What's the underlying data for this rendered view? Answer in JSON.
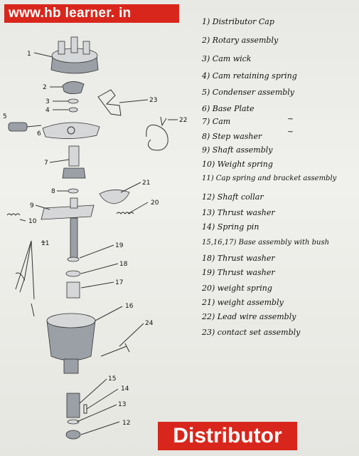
{
  "watermark": "www.hb learner. in",
  "title": "Distributor",
  "legend": [
    "1) Distributor Cap",
    "2) Rotary assembly",
    "3) Cam wick",
    "4) Cam retaining spring",
    "5) Condenser assembly",
    "6) Base Plate",
    "7) Cam",
    "8) Step washer",
    "9) Shaft assembly",
    "10) Weight spring",
    "11) Cap spring and bracket assembly",
    "12) Shaft collar",
    "13) Thrust washer",
    "14) Spring pin",
    "15,16,17) Base assembly with bush",
    "18) Thrust washer",
    "19) Thrust washer",
    "20) weight spring",
    "21) weight assembly",
    "22) Lead wire assembly",
    "23) contact set assembly"
  ],
  "callouts": [
    "1",
    "2",
    "3",
    "4",
    "5",
    "6",
    "7",
    "8",
    "9",
    "10",
    "11",
    "12",
    "13",
    "14",
    "15",
    "16",
    "17",
    "18",
    "19",
    "20",
    "21",
    "22",
    "23",
    "24"
  ],
  "ditto_marks": [
    "~",
    "~"
  ]
}
